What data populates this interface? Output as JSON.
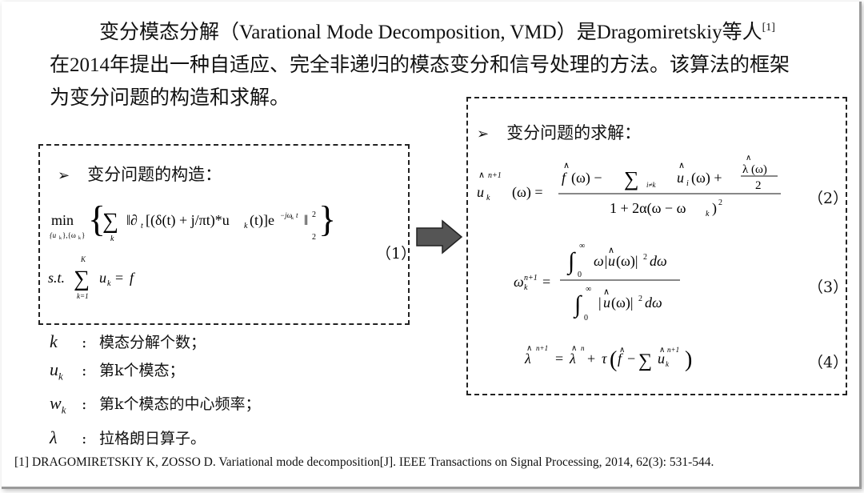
{
  "intro": {
    "line1": "变分模态分解（Varational Mode Decomposition, VMD）是Dragomiretskiy等人",
    "cite": "[1]",
    "line2": "在2014年提出一种自适应、完全非递归的模态变分和信号处理的方法。该算法的框架",
    "line3": "为变分问题的构造和求解。"
  },
  "left_box": {
    "heading": "变分问题的构造：",
    "eq_number": "（1）"
  },
  "right_box": {
    "heading": "变分问题的求解：",
    "eq2_number": "（2）",
    "eq3_number": "（3）",
    "eq4_number": "（4）"
  },
  "definitions": [
    {
      "symbol": "k",
      "text": "模态分解个数；"
    },
    {
      "symbol": "u_k",
      "text": "第k个模态；"
    },
    {
      "symbol": "w_k",
      "text": "第k个模态的中心频率；"
    },
    {
      "symbol": "λ",
      "text": "拉格朗日算子。"
    }
  ],
  "reference": "[1] DRAGOMIRETSKIY K, ZOSSO D. Variational mode decomposition[J]. IEEE Transactions on Signal Processing, 2014, 62(3): 531-544.",
  "icons": {
    "bullet": "arrowhead-bullet-icon",
    "flow": "right-arrow-icon"
  },
  "colors": {
    "arrow_fill": "#555555",
    "border": "#222222"
  }
}
